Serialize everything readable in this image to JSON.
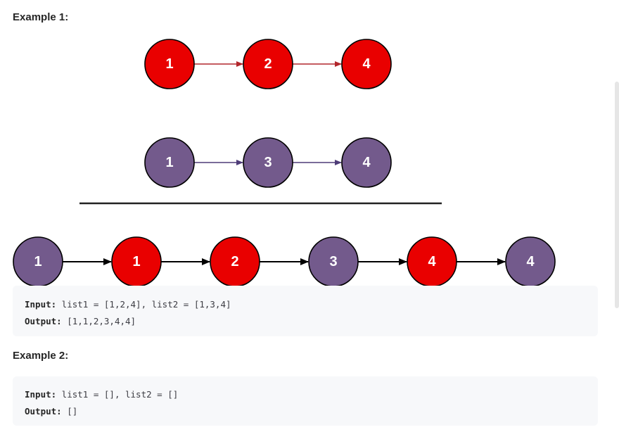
{
  "example1": {
    "title": "Example 1:",
    "list1": [
      "1",
      "2",
      "4"
    ],
    "list2": [
      "1",
      "3",
      "4"
    ],
    "merged": [
      {
        "value": "1",
        "list": "list2"
      },
      {
        "value": "1",
        "list": "list1"
      },
      {
        "value": "2",
        "list": "list1"
      },
      {
        "value": "3",
        "list": "list2"
      },
      {
        "value": "4",
        "list": "list1"
      },
      {
        "value": "4",
        "list": "list2"
      }
    ],
    "input_label": "Input:",
    "input_value": " list1 = [1,2,4], list2 = [1,3,4]",
    "output_label": "Output:",
    "output_value": " [1,1,2,3,4,4]"
  },
  "example2": {
    "title": "Example 2:",
    "input_label": "Input:",
    "input_value": " list1 = [], list2 = []",
    "output_label": "Output:",
    "output_value": " []"
  },
  "colors": {
    "list1_node": "#e90000",
    "list2_node": "#735a8c",
    "list1_arrow": "#b2262b",
    "list2_arrow": "#4e3c78",
    "merged_arrow": "#000000",
    "node_stroke": "#000000",
    "divider": "#222222"
  }
}
